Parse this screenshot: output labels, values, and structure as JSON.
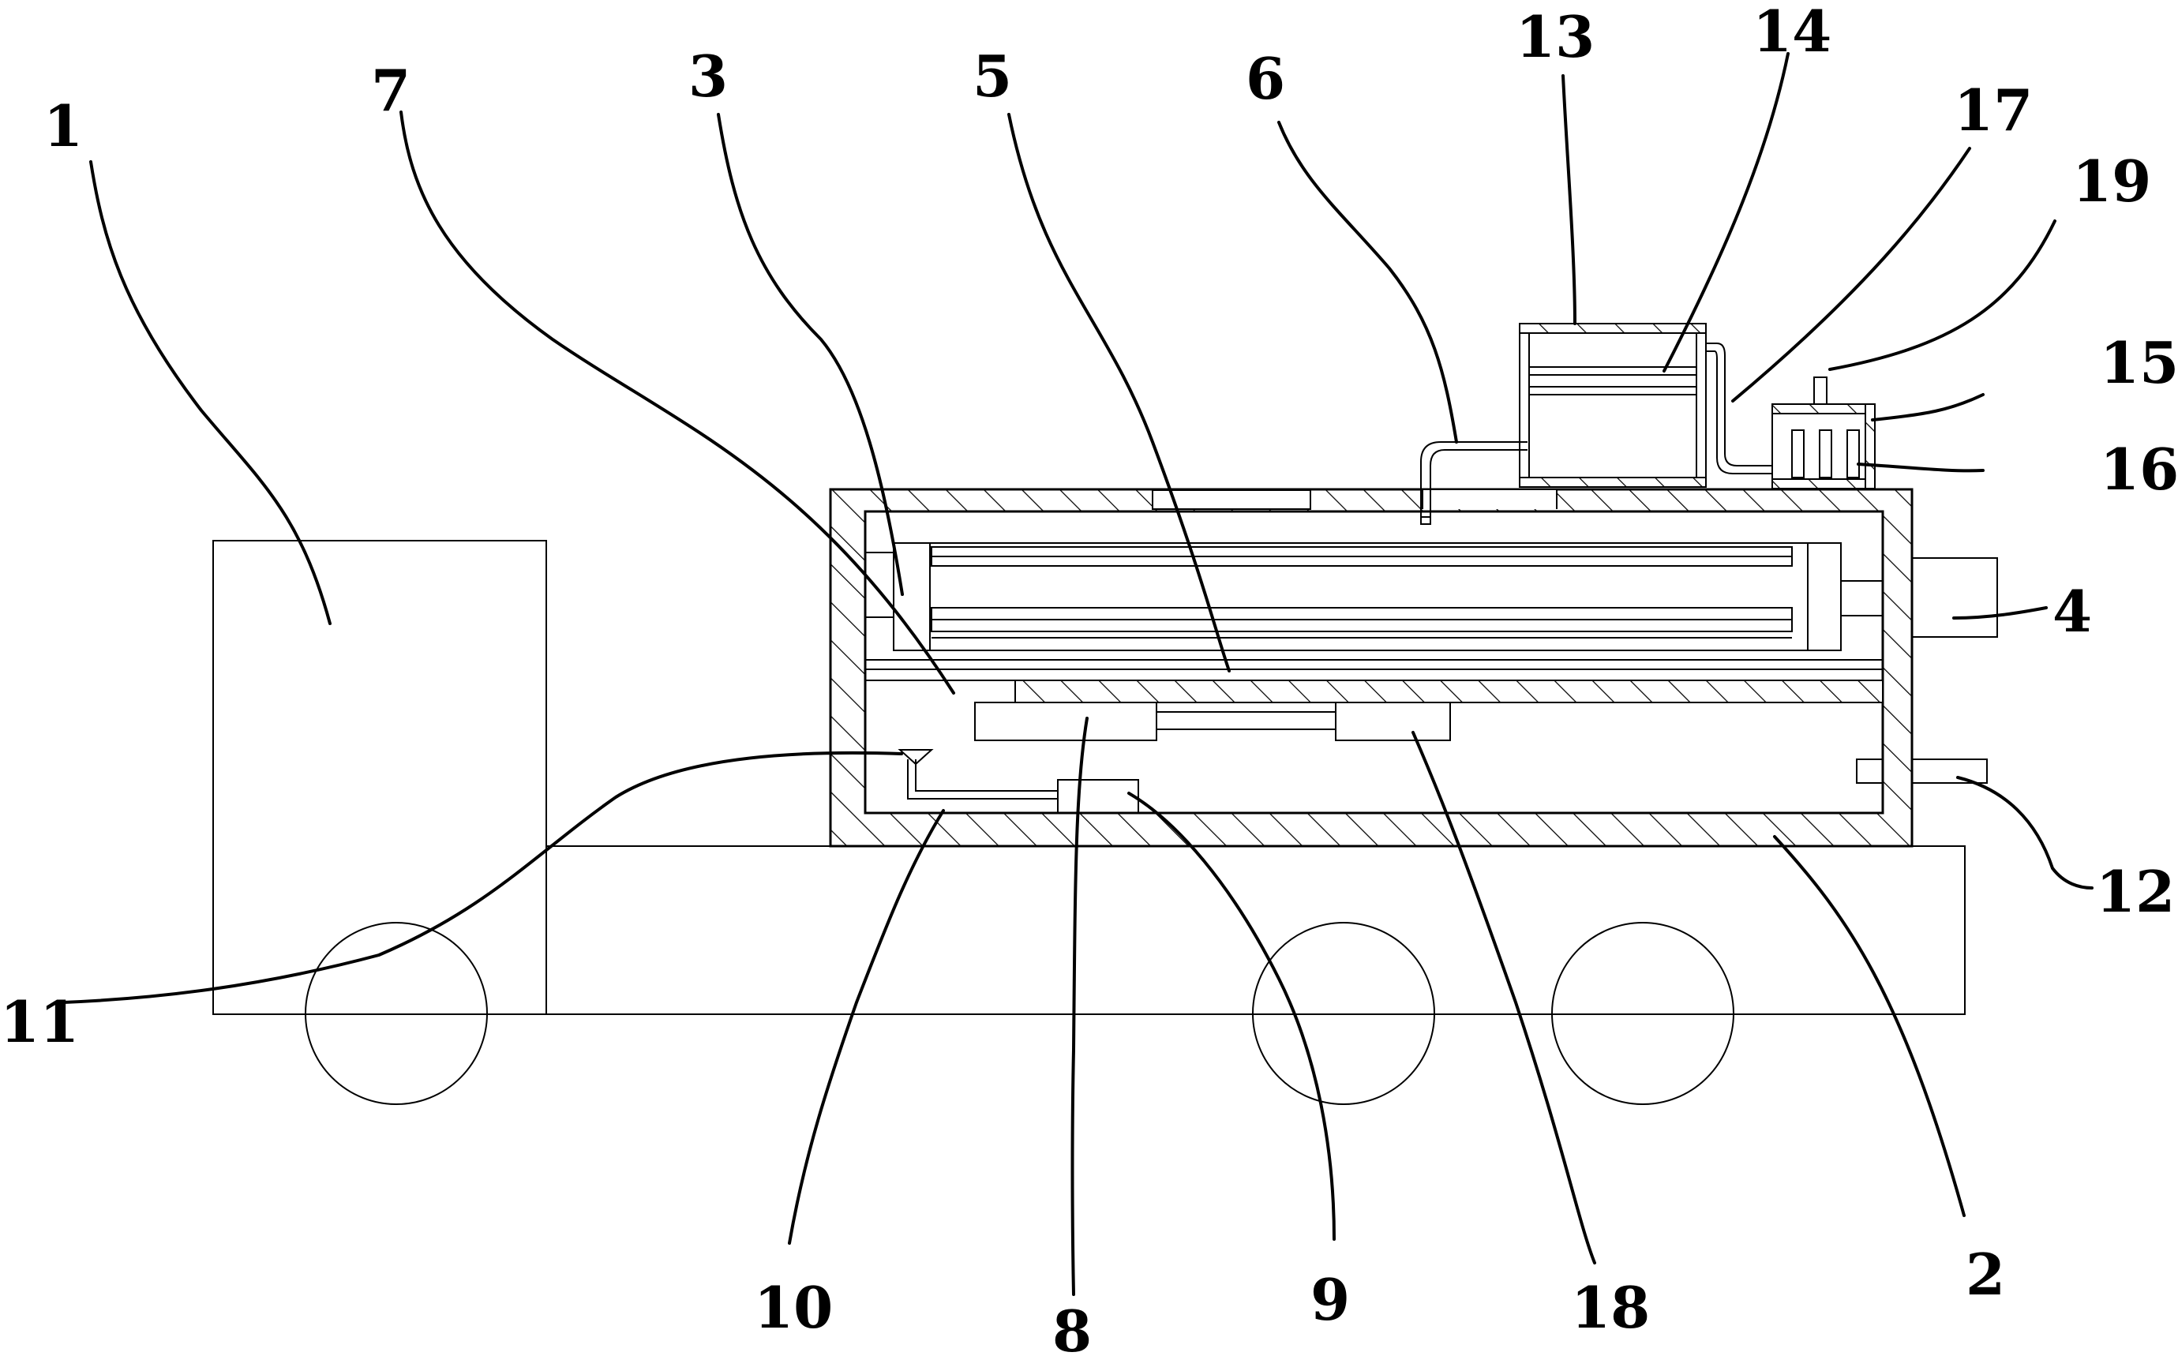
{
  "labels": {
    "l1": "1",
    "l2": "2",
    "l3": "3",
    "l4": "4",
    "l5": "5",
    "l6": "6",
    "l7": "7",
    "l8": "8",
    "l9": "9",
    "l10": "10",
    "l11": "11",
    "l12": "12",
    "l13": "13",
    "l14": "14",
    "l15": "15",
    "l16": "16",
    "l17": "17",
    "l18": "18",
    "l19": "19"
  }
}
